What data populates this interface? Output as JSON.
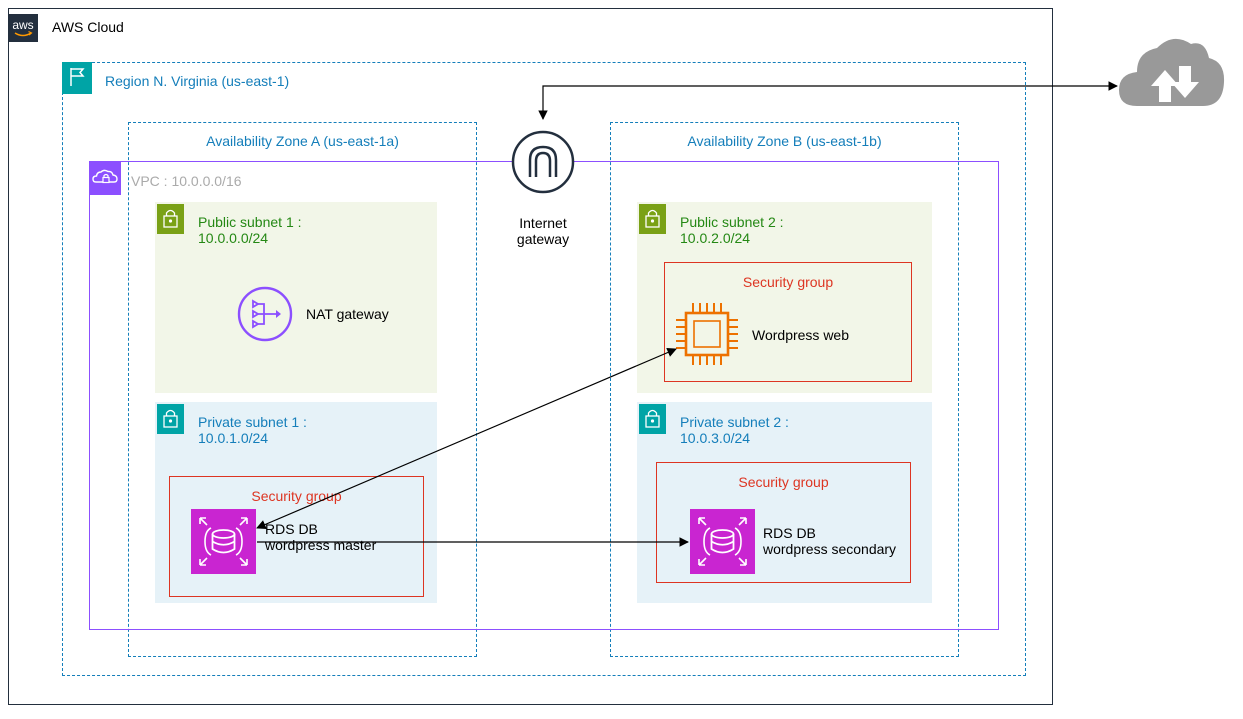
{
  "aws_cloud": {
    "title": "AWS Cloud",
    "logo_text": "aws"
  },
  "region": {
    "title": "Region N. Virginia (us-east-1)"
  },
  "availability_zones": [
    {
      "title": "Availability Zone A (us-east-1a)"
    },
    {
      "title": "Availability Zone B (us-east-1b)"
    }
  ],
  "vpc": {
    "title": "VPC : 10.0.0.0/16"
  },
  "internet_gateway": {
    "label": "Internet\ngateway"
  },
  "subnets": {
    "public_1": {
      "title": "Public subnet 1 :\n10.0.0.0/24"
    },
    "public_2": {
      "title": "Public subnet 2 :\n10.0.2.0/24"
    },
    "private_1": {
      "title": "Private subnet 1 :\n10.0.1.0/24"
    },
    "private_2": {
      "title": "Private subnet 2 :\n10.0.3.0/24"
    }
  },
  "nat_gateway": {
    "label": "NAT gateway"
  },
  "security_groups": {
    "web": {
      "title": "Security group"
    },
    "master": {
      "title": "Security group"
    },
    "secondary": {
      "title": "Security group"
    }
  },
  "wordpress_web": {
    "label": "Wordpress web"
  },
  "rds_master": {
    "label": "RDS DB\nwordpress master"
  },
  "rds_secondary": {
    "label": "RDS DB\nwordpress secondary"
  },
  "colors": {
    "aws_dark": "#232f3e",
    "group_blue": "#147eba",
    "vpc_purple": "#8c4fff",
    "public_green": "#7aa116",
    "private_teal": "#00a4a6",
    "security_red": "#dd3522",
    "rds_magenta": "#c925d1",
    "ec2_orange": "#ed7100",
    "internet_cloud_gray": "#999999"
  },
  "icons": [
    "aws-logo-icon",
    "region-flag-icon",
    "vpc-cloud-icon",
    "lock-icon",
    "internet-gateway-icon",
    "nat-gateway-icon",
    "ec2-instance-icon",
    "rds-database-icon",
    "internet-cloud-icon"
  ]
}
